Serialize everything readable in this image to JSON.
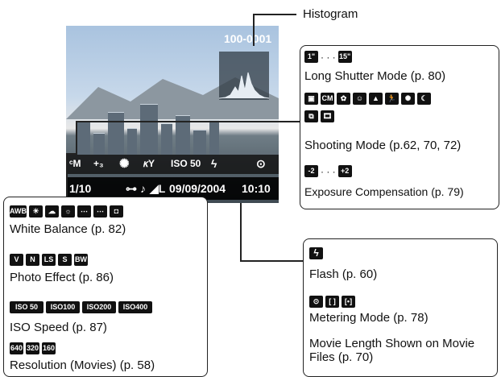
{
  "screen": {
    "file_number": "100-0001",
    "osd_row1": [
      "ᶜM",
      "+₃",
      "✺",
      "𝜅Y",
      "ISO 50",
      "ϟ",
      "⊙"
    ],
    "frame": "1/10",
    "key": "⊶",
    "sound": "♪",
    "size": "◢L",
    "date": "09/09/2004",
    "time": "10:10"
  },
  "callouts": {
    "histogram": "Histogram",
    "long_shutter": {
      "icons": [
        "1\"",
        "15\""
      ],
      "separator": "· · ·",
      "label": "Long Shutter Mode (p. 80)"
    },
    "shooting_mode": {
      "icons": [
        "▣",
        "CM",
        "✿",
        "☺",
        "▲",
        "🏃",
        "✺",
        "☾",
        "⧉",
        "🎞"
      ],
      "label": "Shooting Mode (p.62, 70, 72)"
    },
    "exposure": {
      "icons": [
        "-2",
        "+2"
      ],
      "separator": "· · ·",
      "label": "Exposure Compensation (p. 79)"
    },
    "white_balance": {
      "icons": [
        "AWB",
        "☀",
        "☁",
        "☼",
        "⋯",
        "⋯",
        "◘"
      ],
      "label": "White Balance (p. 82)"
    },
    "photo_effect": {
      "icons": [
        "V",
        "N",
        "LS",
        "S",
        "BW"
      ],
      "label": "Photo Effect (p. 86)"
    },
    "iso": {
      "icons": [
        "ISO 50",
        "ISO100",
        "ISO200",
        "ISO400"
      ],
      "label": "ISO Speed (p. 87)"
    },
    "resolution": {
      "icons": [
        "640",
        "320",
        "160"
      ],
      "label": "Resolution (Movies) (p. 58)"
    },
    "flash": {
      "icons": [
        "ϟ"
      ],
      "label": "Flash (p. 60)"
    },
    "metering": {
      "icons": [
        "⊙",
        "[ ]",
        "[•]"
      ],
      "label": "Metering Mode (p. 78)"
    },
    "movie_length": "Movie Length Shown on Movie Files (p. 70)"
  },
  "colors": {
    "accent": "#111111",
    "screen_sky": "#a9c3df"
  }
}
